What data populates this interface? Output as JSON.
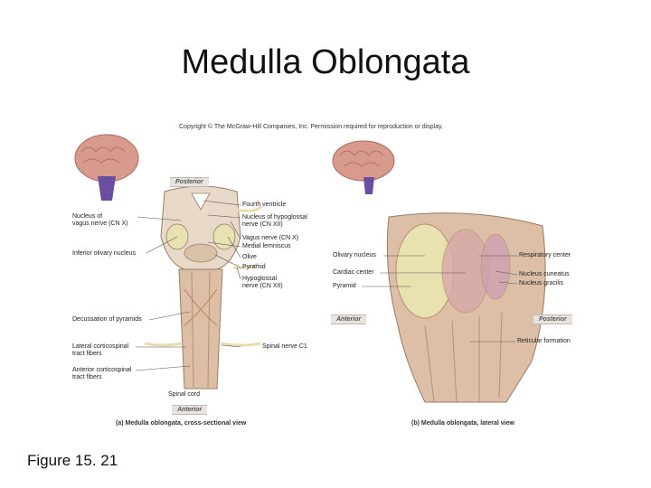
{
  "title": "Medulla Oblongata",
  "copyright": "Copyright © The McGraw-Hill Companies, Inc. Permission required for reproduction or display.",
  "figure_label": "Figure 15. 21",
  "panel_a": {
    "caption": "(a) Medulla oblongata, cross-sectional view",
    "tag_top": "Posterior",
    "tag_bottom": "Anterior",
    "labels_left": {
      "vagus_nucleus_1": "Nucleus of",
      "vagus_nucleus_2": "vagus nerve (CN X)",
      "inferior_olivary": "Inferior olivary nucleus",
      "decussation": "Decussation of pyramids",
      "lateral_cst_1": "Lateral corticospinal",
      "lateral_cst_2": "tract fibers",
      "anterior_cst_1": "Anterior corticospinal",
      "anterior_cst_2": "tract fibers"
    },
    "labels_right": {
      "fourth_ventricle": "Fourth ventricle",
      "hypoglossal_nucleus_1": "Nucleus of hypoglossal",
      "hypoglossal_nucleus_2": "nerve (CN XII)",
      "vagus_nerve": "Vagus nerve (CN X)",
      "medial_lemniscus": "Medial lemniscus",
      "olive": "Olive",
      "pyramid": "Pyramid",
      "hypoglossal_nerve_1": "Hypoglossal",
      "hypoglossal_nerve_2": "nerve (CN XII)",
      "spinal_nerve": "Spinal nerve C1"
    },
    "spinal_cord": "Spinal cord"
  },
  "panel_b": {
    "caption": "(b) Medulla oblongata, lateral view",
    "tag_left": "Anterior",
    "tag_right": "Posterior",
    "labels_left": {
      "olivary_nucleus": "Olivary nucleus",
      "cardiac_center": "Cardiac center",
      "pyramid": "Pyramid"
    },
    "labels_right": {
      "respiratory_center": "Respiratory center",
      "nucleus_cuneatus": "Nucleus cuneatus",
      "nucleus_gracilis": "Nucleus gracilis",
      "reticular_formation": "Reticular formation"
    }
  },
  "colors": {
    "brain": "#d99a8e",
    "brainstem_highlight": "#6a4fa0",
    "tissue": "#dcbfa6",
    "tissue_dark": "#b98f70",
    "olive": "#e8e2b0",
    "nerve": "#eadcb0"
  }
}
